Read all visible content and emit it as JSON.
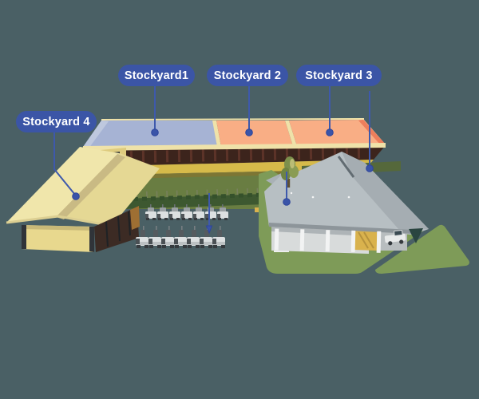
{
  "scene": {
    "background_color": "#4A6065",
    "label_pill_color": "#3B55A6",
    "connector_color": "#3E59AC",
    "labels": [
      {
        "text": "Stockyard1"
      },
      {
        "text": "Stockyard 2"
      },
      {
        "text": "Stockyard 3"
      },
      {
        "text": "Stockyard 4"
      }
    ]
  }
}
